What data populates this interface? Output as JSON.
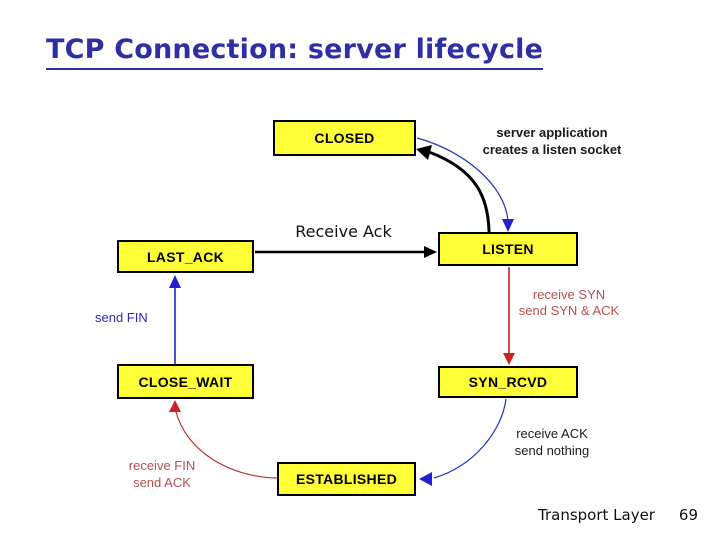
{
  "slide": {
    "title": "TCP Connection: server lifecycle",
    "footer": {
      "label": "Transport Layer",
      "page": "69"
    }
  },
  "diagram": {
    "states": [
      {
        "id": "closed",
        "label": "CLOSED"
      },
      {
        "id": "listen",
        "label": "LISTEN"
      },
      {
        "id": "syn_rcvd",
        "label": "SYN_RCVD"
      },
      {
        "id": "established",
        "label": "ESTABLISHED"
      },
      {
        "id": "close_wait",
        "label": "CLOSE_WAIT"
      },
      {
        "id": "last_ack",
        "label": "LAST_ACK"
      }
    ],
    "transitions": {
      "create_socket": {
        "line1": "server application",
        "line2": "creates a listen socket"
      },
      "receive_ack": {
        "label": "Receive Ack"
      },
      "receive_syn": {
        "line1": "receive SYN",
        "line2": "send SYN & ACK"
      },
      "receive_ack_est": {
        "line1": "receive ACK",
        "line2": "send nothing"
      },
      "receive_fin": {
        "line1": "receive FIN",
        "line2": "send ACK"
      },
      "send_fin": {
        "label": "send FIN"
      }
    },
    "colors": {
      "state_fill": "#ffff38",
      "state_border": "#000000",
      "title_blue": "#2e2ea6",
      "arrow_blue": "#2222cc",
      "arrow_red": "#cc2222",
      "text_red": "#b25050",
      "arrow_black": "#000000"
    }
  }
}
